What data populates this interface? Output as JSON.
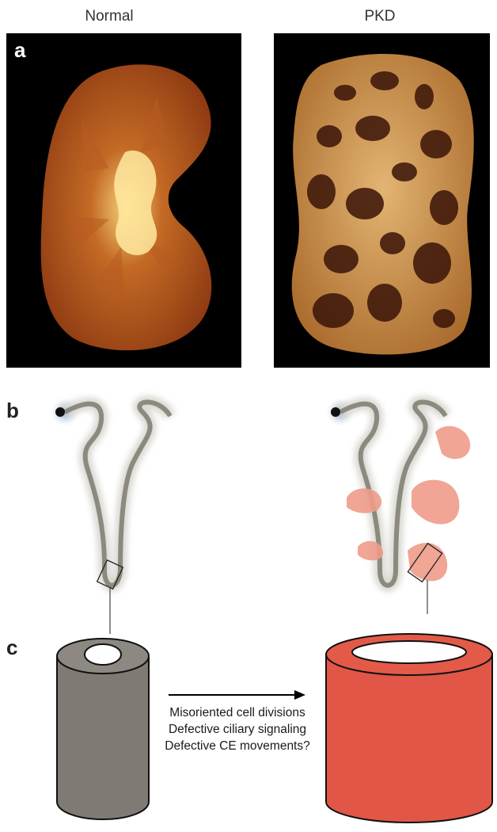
{
  "columns": {
    "left_title": "Normal",
    "right_title": "PKD"
  },
  "panels": {
    "a": "a",
    "b": "b",
    "c": "c"
  },
  "arrow_caption": [
    "Misoriented cell divisions",
    "Defective ciliary signaling",
    "Defective CE movements?"
  ],
  "colors": {
    "normal_kidney": "#a84a16",
    "pkd_kidney": "#c98a3e",
    "tubule": "#8c8a7e",
    "cyst": "#ef9c8a",
    "normal_cylinder": "#7f7b74",
    "pkd_cylinder": "#e15646"
  }
}
